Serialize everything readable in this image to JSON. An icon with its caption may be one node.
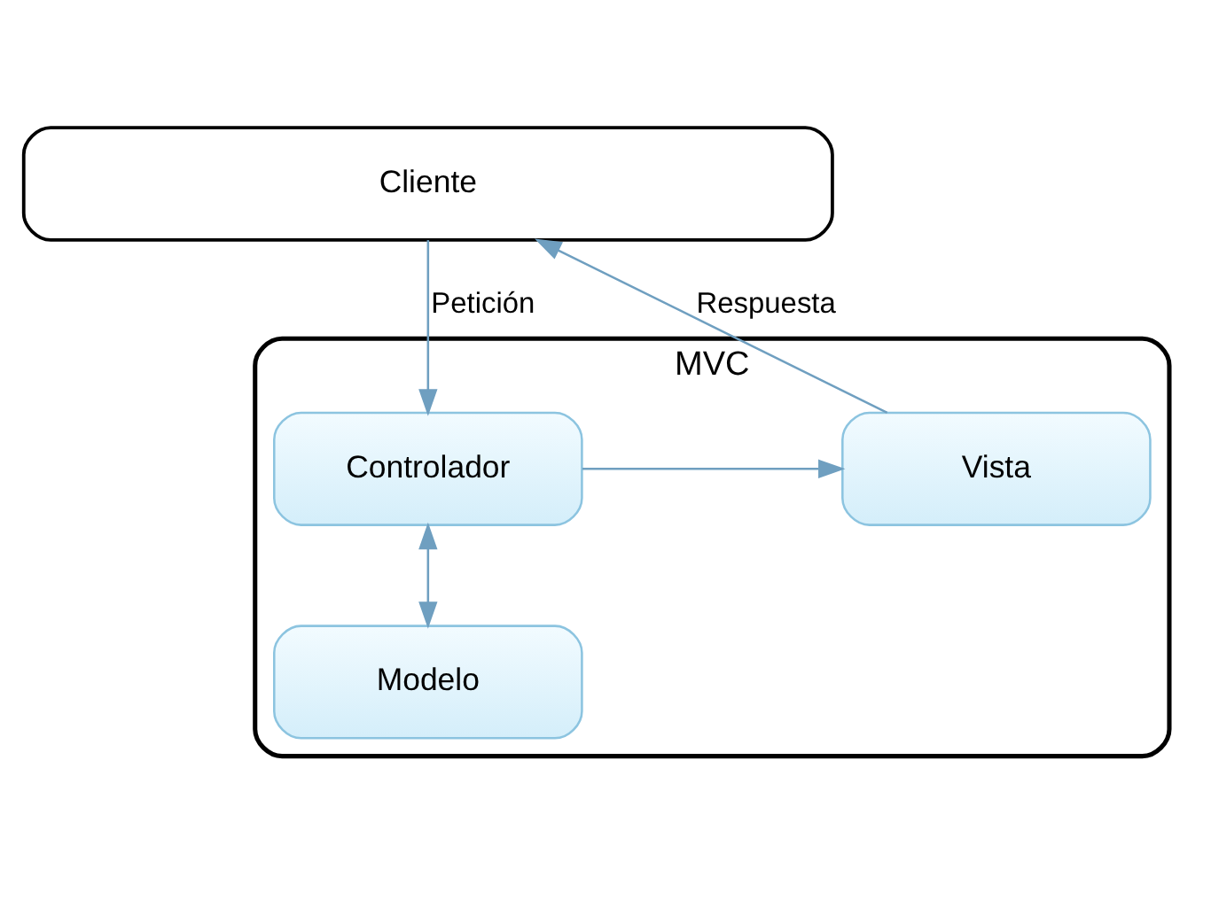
{
  "diagram": {
    "nodes": [
      {
        "text": [
          "Cliente"
        ]
      },
      {
        "text": [
          "MVC"
        ]
      },
      {
        "text": [
          "Controlador"
        ],
        "in": 1
      },
      {
        "text": [
          "Vista"
        ],
        "in": 1
      },
      {
        "text": [
          "Modelo"
        ],
        "in": 1
      }
    ],
    "edges": [
      {
        "from": 0,
        "to": 2,
        "arrow": "to",
        "label": "Petición"
      },
      {
        "from": 2,
        "to": 4,
        "arrow": "both"
      },
      {
        "from": 2,
        "to": 3,
        "arrow": "to"
      },
      {
        "from": 3,
        "to": 0,
        "arrow": "to",
        "label": "Respuesta"
      }
    ]
  }
}
